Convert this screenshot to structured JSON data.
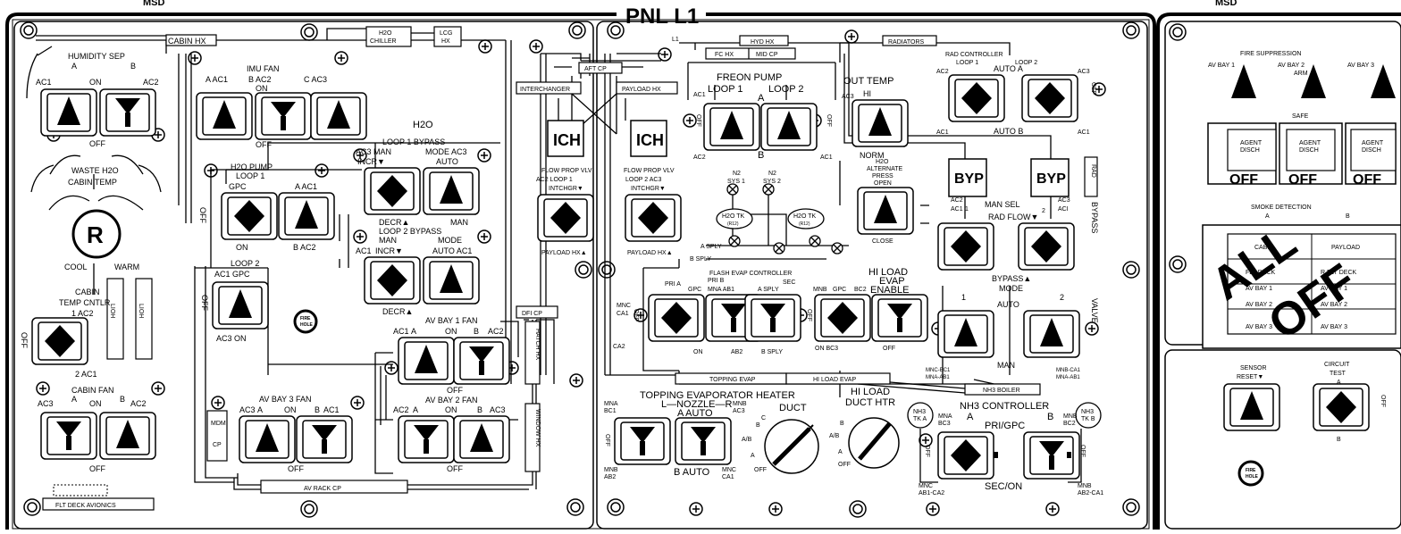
{
  "header": {
    "left": "MSD",
    "title": "PNL L1",
    "right": "MSD"
  },
  "ducts": {
    "cabin_hx": "CABIN HX",
    "h2o_chiller": [
      "H2O",
      "CHILLER"
    ],
    "lcg_hx": [
      "LCG",
      "HX"
    ],
    "l1": "L1",
    "hyd_hx": "HYD HX",
    "radiators": "RADIATORS",
    "fc_hx": "FC HX",
    "mid_cp": "MID CP",
    "aft_cp": "AFT CP",
    "interchanger": "INTERCHANGER",
    "payload_hx": "PAYLOAD HX",
    "dfi_cp": "DFI CP",
    "hatch_hx": "HATCH HX",
    "window_hx": "WINDOW HX",
    "mdm_cp": [
      "MDM",
      "CP"
    ],
    "av_rack_cp": "AV RACK CP",
    "flt_deck_avionics": "FLT DECK AVIONICS",
    "topping_evap": "TOPPING EVAP",
    "hi_load_evap": "HI LOAD EVAP",
    "nh3_boiler": "NH3 BOILER",
    "lioh": "LIOH",
    "ich": "ICH",
    "byp": "BYP",
    "a_sply": "A SPLY",
    "b_sply": "B SPLY",
    "fire_hole": [
      "FIRE",
      "HOLE"
    ]
  },
  "humidity_sep": {
    "title": "HUMIDITY SEP",
    "a": "A",
    "b": "B",
    "ac1": "AC1",
    "on": "ON",
    "ac2": "AC2",
    "off": "OFF"
  },
  "waste_h2o": {
    "title": "WASTE H2O",
    "temp": "CABIN TEMP",
    "knob": "R",
    "cool": "COOL",
    "warm": "WARM"
  },
  "cabin_temp_cntlr": {
    "title": [
      "CABIN",
      "TEMP CNTLR"
    ],
    "pos1": "1 AC2",
    "pos2": "2 AC1",
    "off": "OFF"
  },
  "cabin_fan": {
    "title": "CABIN FAN",
    "ac3": "AC3",
    "a": "A",
    "on": "ON",
    "b": "B",
    "ac2": "AC2",
    "off": "OFF"
  },
  "imu_fan": {
    "title": "IMU FAN",
    "labels": [
      "A AC1",
      "B AC2",
      "C AC3"
    ],
    "on": "ON",
    "off": "OFF"
  },
  "h2o": "H2O",
  "h2o_pump": {
    "title": [
      "H2O PUMP",
      "LOOP 1"
    ],
    "gpc": "GPC",
    "a_ac1": "A AC1",
    "off": "OFF",
    "on": "ON",
    "b_ac2": "B AC2"
  },
  "loop1_bypass": {
    "title": "LOOP 1 BYPASS",
    "ac3_man": "AC3 MAN",
    "mode": "MODE AC3",
    "incr": "INCR▼",
    "auto": "AUTO",
    "decr": "DECR▲",
    "man": "MAN"
  },
  "loop2_bypass": {
    "title": "LOOP 2 BYPASS",
    "ac1": "AC1",
    "man": "MAN",
    "mode": "MODE",
    "incr": "INCR▼",
    "auto_ac1": "AUTO AC1",
    "decr": "DECR▲"
  },
  "loop2": {
    "title": "LOOP 2",
    "ac1_gpc": "AC1 GPC",
    "off": "OFF",
    "ac3_on": "AC3 ON"
  },
  "av_bay1_fan": {
    "title": "AV BAY 1 FAN",
    "ac1": "AC1",
    "a": "A",
    "on": "ON",
    "b": "B",
    "ac2": "AC2",
    "off": "OFF"
  },
  "av_bay2_fan": {
    "title": "AV BAY 2 FAN",
    "ac2": "AC2",
    "a": "A",
    "on": "ON",
    "b": "B",
    "ac3": "AC3",
    "off": "OFF"
  },
  "av_bay3_fan": {
    "title": "AV BAY 3 FAN",
    "ac3": "AC3",
    "a": "A",
    "on": "ON",
    "b": "B",
    "ac1": "AC1",
    "off": "OFF"
  },
  "flow_prop_vlv1": {
    "title": "FLOW PROP VLV",
    "sub": "AC2 LOOP 1",
    "intchgr": "INTCHGR▼",
    "payload": "PAYLOAD HX▲"
  },
  "flow_prop_vlv2": {
    "title": "FLOW PROP VLV",
    "sub": "LOOP 2 AC3",
    "intchgr": "INTCHGR▼",
    "payload": "PAYLOAD HX▲"
  },
  "freon_pump": {
    "title": "FREON PUMP",
    "ac1": "AC1",
    "loop1": "LOOP 1",
    "a": "A",
    "loop2": "LOOP 2",
    "off": "OFF",
    "b": "B",
    "ac2": "AC2",
    "ac1b": "AC1"
  },
  "out_temp": {
    "title": "OUT TEMP",
    "hi": "HI",
    "norm": "NORM",
    "ac3": "AC3"
  },
  "rad_controller": {
    "title": "RAD CONTROLLER",
    "loop1": "LOOP 1",
    "loop2": "LOOP 2",
    "ac2": "AC2",
    "auto_a": "AUTO A",
    "ac3": "AC3",
    "ac1": "AC1",
    "auto_b": "AUTO B",
    "ac1b": "AC1",
    "off": "OFF"
  },
  "h2o_alt_press": {
    "title": [
      "H2O",
      "ALTERNATE",
      "PRESS"
    ],
    "open": "OPEN",
    "close": "CLOSE"
  },
  "n2": {
    "sys1": [
      "N2",
      "SYS 1"
    ],
    "sys2": [
      "N2",
      "SYS 2"
    ]
  },
  "h2o_tk": {
    "label": [
      "H2O TK",
      "(R12)"
    ]
  },
  "rad_flow": {
    "man_sel": "MAN SEL",
    "ac2": "AC2",
    "ac1": "AC1",
    "one": "1",
    "two": "2",
    "ac3": "AC3",
    "ac1b": "ACI",
    "title": "RAD FLOW▼",
    "bypass": "BYPASS▲",
    "mode": "MODE"
  },
  "rad_bypass_valve": {
    "rad": "RAD",
    "bypass": "BYPASS",
    "valve": "VALVE"
  },
  "flash_evap": {
    "title": "FLASH EVAP CONTROLLER",
    "pri_a": "PRI A",
    "pri_b": "PRI B",
    "gpc": "GPC",
    "mna_ab1": "MNA AB1",
    "sec": "SEC",
    "a_sply": "A SPLY",
    "mnb": "MNB",
    "gpc2": "GPC",
    "bc2": "BC2",
    "mnc_ca1": [
      "MNC",
      "CA1"
    ],
    "off": "OFF",
    "on": "ON",
    "ab2": "AB2",
    "b_sply": "B SPLY",
    "on_bc3": "ON BC3",
    "off2": "OFF",
    "ca2": "CA2"
  },
  "hi_load_evap": {
    "title": [
      "HI LOAD",
      "EVAP",
      "ENABLE"
    ]
  },
  "bypass_mode": {
    "one": "1",
    "auto": "AUTO",
    "two": "2",
    "man": "MAN",
    "mnc_bc1": [
      "MNC-BC1",
      "MNA-AB1"
    ],
    "mnb_ca1": [
      "MNB-CA1",
      "MNA-AB1"
    ]
  },
  "topping_heater": {
    "title": "TOPPING EVAPORATOR HEATER",
    "nozzle": "L—NOZZLE—R",
    "mna": [
      "MNA",
      "BC1"
    ],
    "mnb": [
      "MNB",
      "AC3"
    ],
    "auto_a": "A AUTO",
    "off": "OFF",
    "auto_b": "B AUTO",
    "mnb2": [
      "MNB",
      "AB2"
    ],
    "mnc": [
      "MNC",
      "CA1"
    ]
  },
  "duct": {
    "title": "DUCT",
    "b": "B",
    "c": "C",
    "ab": "A/B",
    "a": "A",
    "off": "OFF"
  },
  "hi_load_duct_htr": {
    "title": [
      "HI LOAD",
      "DUCT HTR"
    ],
    "b": "B",
    "ab": "A/B",
    "a": "A",
    "off": "OFF"
  },
  "nh3_controller": {
    "title": "NH3 CONTROLLER",
    "tk_a": [
      "NH3",
      "TK A"
    ],
    "tk_b": [
      "NH3",
      "TK B"
    ],
    "mna": [
      "MNA",
      "BC3"
    ],
    "a": "A",
    "pri": "PRI/GPC",
    "b": "B",
    "mnb": [
      "MNB",
      "BC2"
    ],
    "off": "OFF",
    "sec": "SEC/ON",
    "mnc": [
      "MNC",
      "AB1-CA2"
    ],
    "mnb2": [
      "MNB",
      "AB2-CA1"
    ]
  },
  "fire_suppression": {
    "title": "FIRE SUPPRESSION",
    "bays": [
      "AV BAY 1",
      "AV BAY 2",
      "AV BAY 3"
    ],
    "arm": "ARM",
    "safe": "SAFE",
    "agent": [
      "AGENT",
      "DISCH"
    ],
    "off": "OFF"
  },
  "smoke_detection": {
    "title": "SMOKE DETECTION",
    "a": "A",
    "b": "B",
    "cells": [
      "CABIN",
      "PAYLOAD",
      "FLT DECK",
      "R FLT DECK",
      "AV BAY 1",
      "AV BAY 1",
      "AV BAY 2",
      "AV BAY 2",
      "AV BAY 3",
      "AV BAY 3"
    ],
    "stamp": [
      "ALL",
      "OFF"
    ]
  },
  "sensor_reset": {
    "title": [
      "SENSOR",
      "RESET▼"
    ]
  },
  "circuit_test": {
    "title": [
      "CIRCUIT",
      "TEST"
    ],
    "a": "A",
    "b": "B",
    "off": "OFF"
  }
}
